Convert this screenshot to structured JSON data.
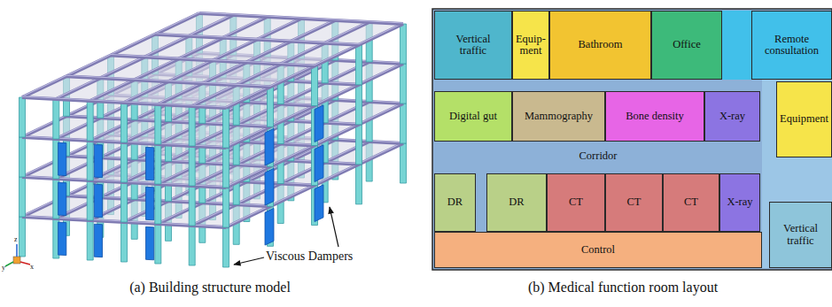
{
  "diagram": {
    "caption": "(b) Medical function room layout",
    "nodes": [
      {
        "text": [
          "Vertical traffic"
        ]
      },
      {
        "text": [
          "Equip- ment"
        ]
      },
      {
        "text": [
          "Bathroom"
        ]
      },
      {
        "text": [
          "Office"
        ]
      },
      {
        "text": [
          "Remote consultation"
        ]
      },
      {
        "text": [
          "Digital gut"
        ]
      },
      {
        "text": [
          "Mammography"
        ]
      },
      {
        "text": [
          "Bone density"
        ]
      },
      {
        "text": [
          "X-ray"
        ]
      },
      {
        "text": [
          "Equipment"
        ]
      },
      {
        "text": [
          "Corridor"
        ]
      },
      {
        "text": [
          "DR"
        ]
      },
      {
        "text": [
          "DR"
        ]
      },
      {
        "text": [
          "CT"
        ]
      },
      {
        "text": [
          "CT"
        ]
      },
      {
        "text": [
          "CT"
        ]
      },
      {
        "text": [
          "X-ray"
        ]
      },
      {
        "text": [
          "Control"
        ]
      },
      {
        "text": [
          "Vertical traffic"
        ]
      }
    ],
    "labels": [
      "Viscous Dampers",
      "(a) Building structure model",
      "z",
      "y",
      "x"
    ]
  }
}
